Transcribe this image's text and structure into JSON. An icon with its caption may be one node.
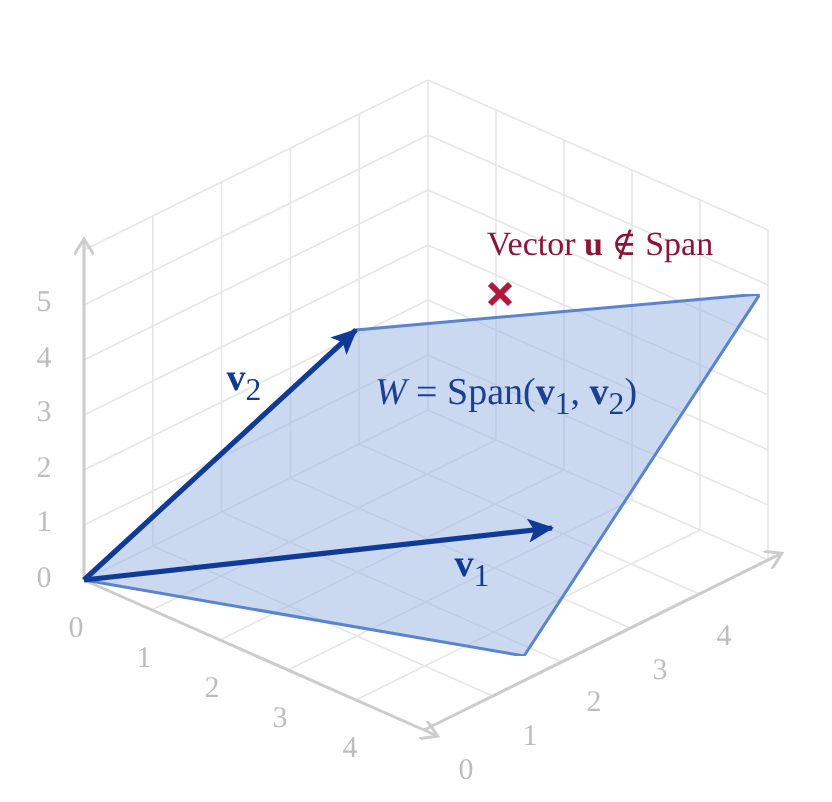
{
  "diagram": {
    "nodes": [
      {
        "text": [
          "*W* = Span(**v**$_{1}$, **v**$_{2}$)"
        ]
      }
    ],
    "labels": [
      "Vector **u** ∉ Span",
      "5",
      "4",
      "3",
      "2",
      "1",
      "0",
      "**v**$_{2}$",
      "**v**$_{1}$",
      "0",
      "1",
      "2",
      "3",
      "4",
      "0",
      "1",
      "2",
      "3",
      "4"
    ]
  }
}
